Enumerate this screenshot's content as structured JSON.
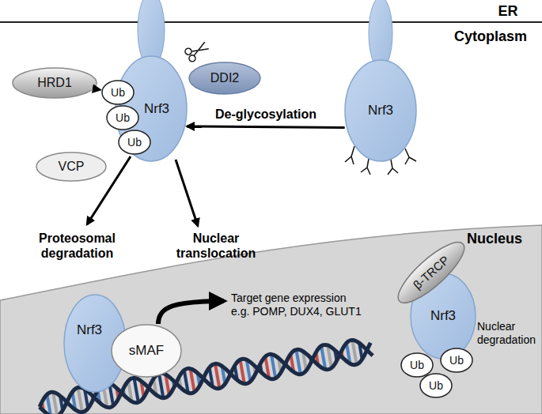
{
  "diagram": {
    "nodes": [
      {
        "text": [
          "HRD1"
        ]
      },
      {
        "text": [
          "Nrf3"
        ]
      },
      {
        "text": [
          "Ub"
        ]
      },
      {
        "text": [
          "Ub"
        ]
      },
      {
        "text": [
          "Ub"
        ]
      },
      {
        "text": [
          "DDI2"
        ]
      },
      {
        "text": [
          "Nrf3"
        ]
      },
      {
        "text": [
          "VCP"
        ]
      },
      {
        "text": [
          "Nrf3"
        ]
      },
      {
        "text": [
          "sMAF"
        ]
      },
      {
        "text": [
          "β-TRCP"
        ]
      },
      {
        "text": [
          "Nrf3"
        ]
      },
      {
        "text": [
          "Ub"
        ]
      },
      {
        "text": [
          "Ub"
        ]
      },
      {
        "text": [
          "Ub"
        ]
      }
    ],
    "edges": [
      {
        "from": 0,
        "to": 2,
        "arrow": "to"
      },
      {
        "from": 6,
        "to": 1,
        "label": "De-glycosylation",
        "arrow": "to"
      }
    ],
    "labels": [
      "ER",
      "Cytoplasm",
      "Proteosomal degradation",
      "Nuclear translocation",
      "Nucleus",
      "Target gene expression e.g. POMP, DUX4, GLUT1",
      "Nuclear degradation"
    ]
  }
}
